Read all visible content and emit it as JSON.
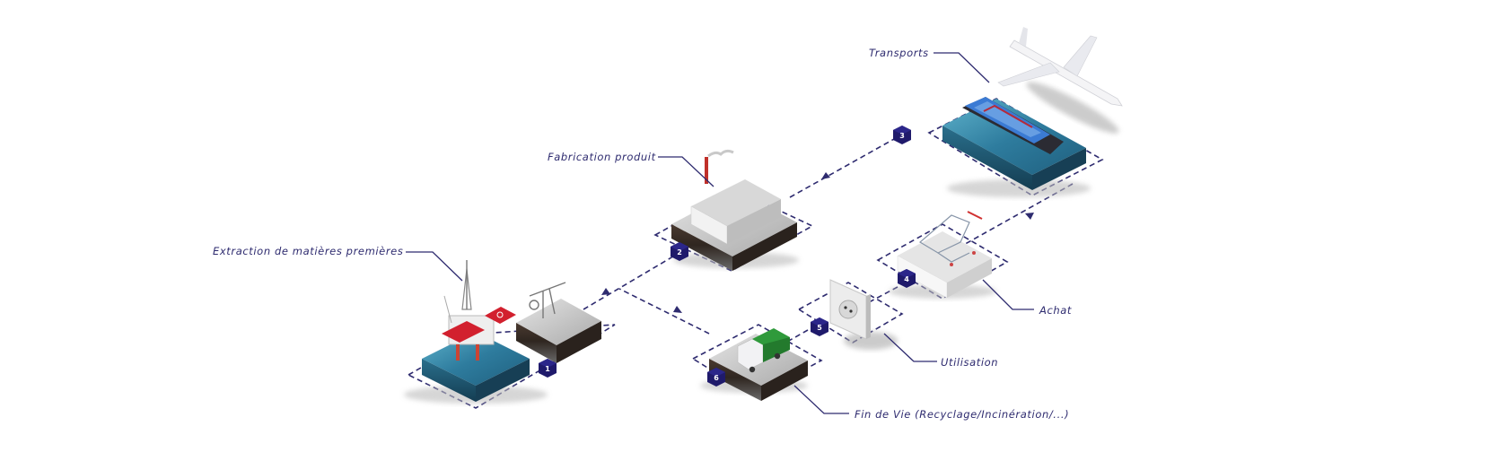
{
  "diagram": {
    "title": "Cycle de vie d'un produit",
    "colors": {
      "accent": "#2e2b6f",
      "badge": "#1f1a6b",
      "sea": "#2f7fa0",
      "ground": "#3a2e28",
      "concrete": "#c9c9c9"
    },
    "stages": [
      {
        "id": "extraction",
        "step": "1",
        "label": "Extraction de matières premières",
        "icon": "oil-rig-icon"
      },
      {
        "id": "fabrication",
        "step": "2",
        "label": "Fabrication produit",
        "icon": "factory-icon"
      },
      {
        "id": "transports",
        "step": "3",
        "label": "Transports",
        "icon": "cargo-ship-airplane-icon"
      },
      {
        "id": "achat",
        "step": "4",
        "label": "Achat",
        "icon": "shopping-cart-icon"
      },
      {
        "id": "utilisation",
        "step": "5",
        "label": "Utilisation",
        "icon": "power-socket-icon"
      },
      {
        "id": "fin-de-vie",
        "step": "6",
        "label": "Fin de Vie (Recyclage/Incinération/...)",
        "icon": "garbage-truck-icon"
      }
    ]
  }
}
